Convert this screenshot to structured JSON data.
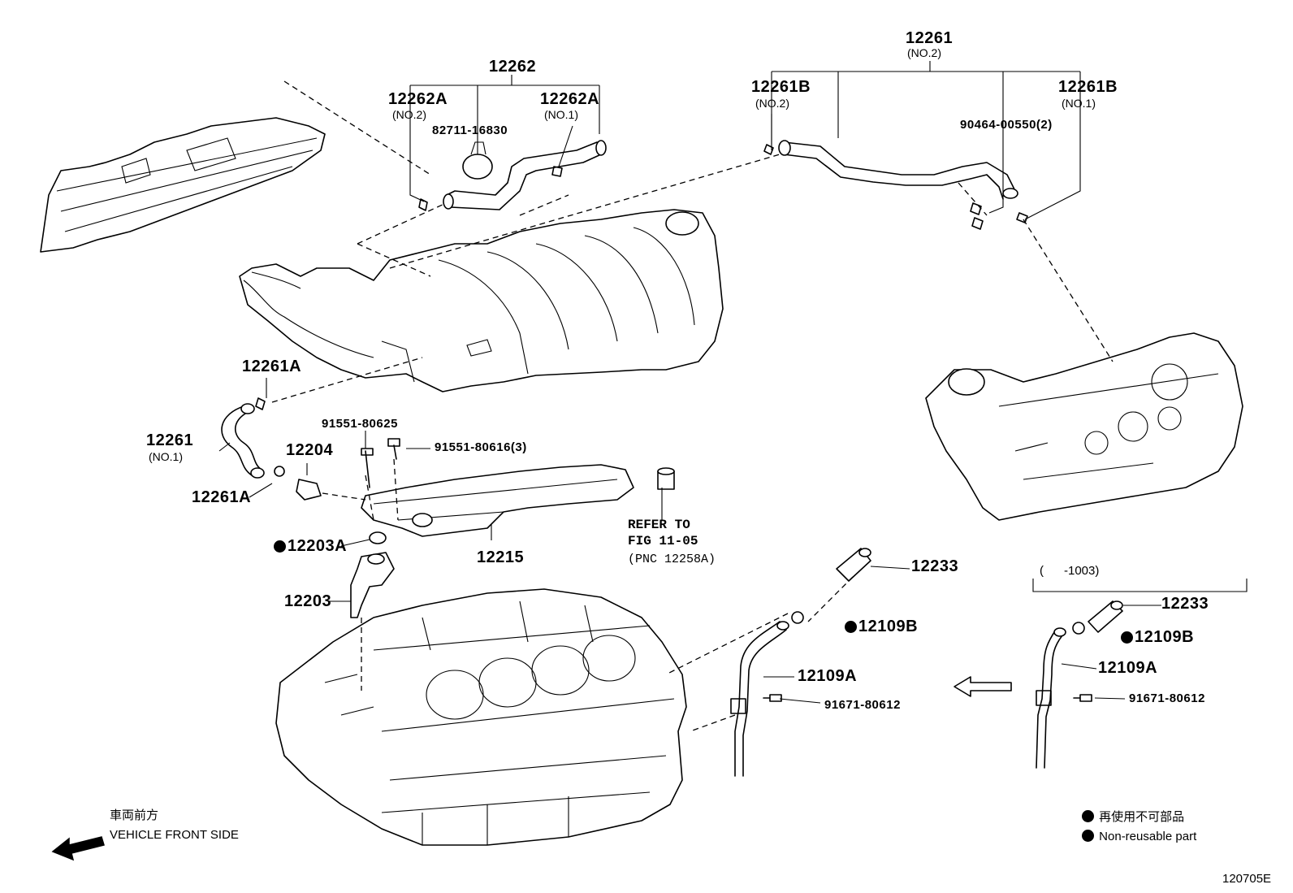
{
  "labels": {
    "p12262": "12262",
    "p12262a_no2": "12262A",
    "p12262a_no2_sub": "(NO.2)",
    "p82711": "82711-16830",
    "p12262a_no1": "12262A",
    "p12262a_no1_sub": "(NO.1)",
    "p12261_top": "12261",
    "p12261_top_sub": "(NO.2)",
    "p12261b_no2": "12261B",
    "p12261b_no2_sub": "(NO.2)",
    "p12261b_no1": "12261B",
    "p12261b_no1_sub": "(NO.1)",
    "p90464": "90464-00550(2)",
    "p12261a_top": "12261A",
    "p12261_left": "12261",
    "p12261_left_sub": "(NO.1)",
    "p12261a_bot": "12261A",
    "p91551_625": "91551-80625",
    "p91551_616": "91551-80616(3)",
    "p12204": "12204",
    "p12203a": "12203A",
    "p12215": "12215",
    "p12203": "12203",
    "refer_1": "REFER TO",
    "refer_2": "FIG 11-05",
    "refer_3": "(PNC 12258A)",
    "p12233_a": "12233",
    "p12109b_a": "12109B",
    "p12109a_a": "12109A",
    "p91671_a": "91671-80612",
    "range": "(      -1003)",
    "p12233_b": "12233",
    "p12109b_b": "12109B",
    "p12109a_b": "12109A",
    "p91671_b": "91671-80612",
    "front_jp": "車両前方",
    "front_en": "VEHICLE FRONT SIDE",
    "legend_jp": "再使用不可部品",
    "legend_en": "Non-reusable part",
    "figure_id": "120705E"
  }
}
